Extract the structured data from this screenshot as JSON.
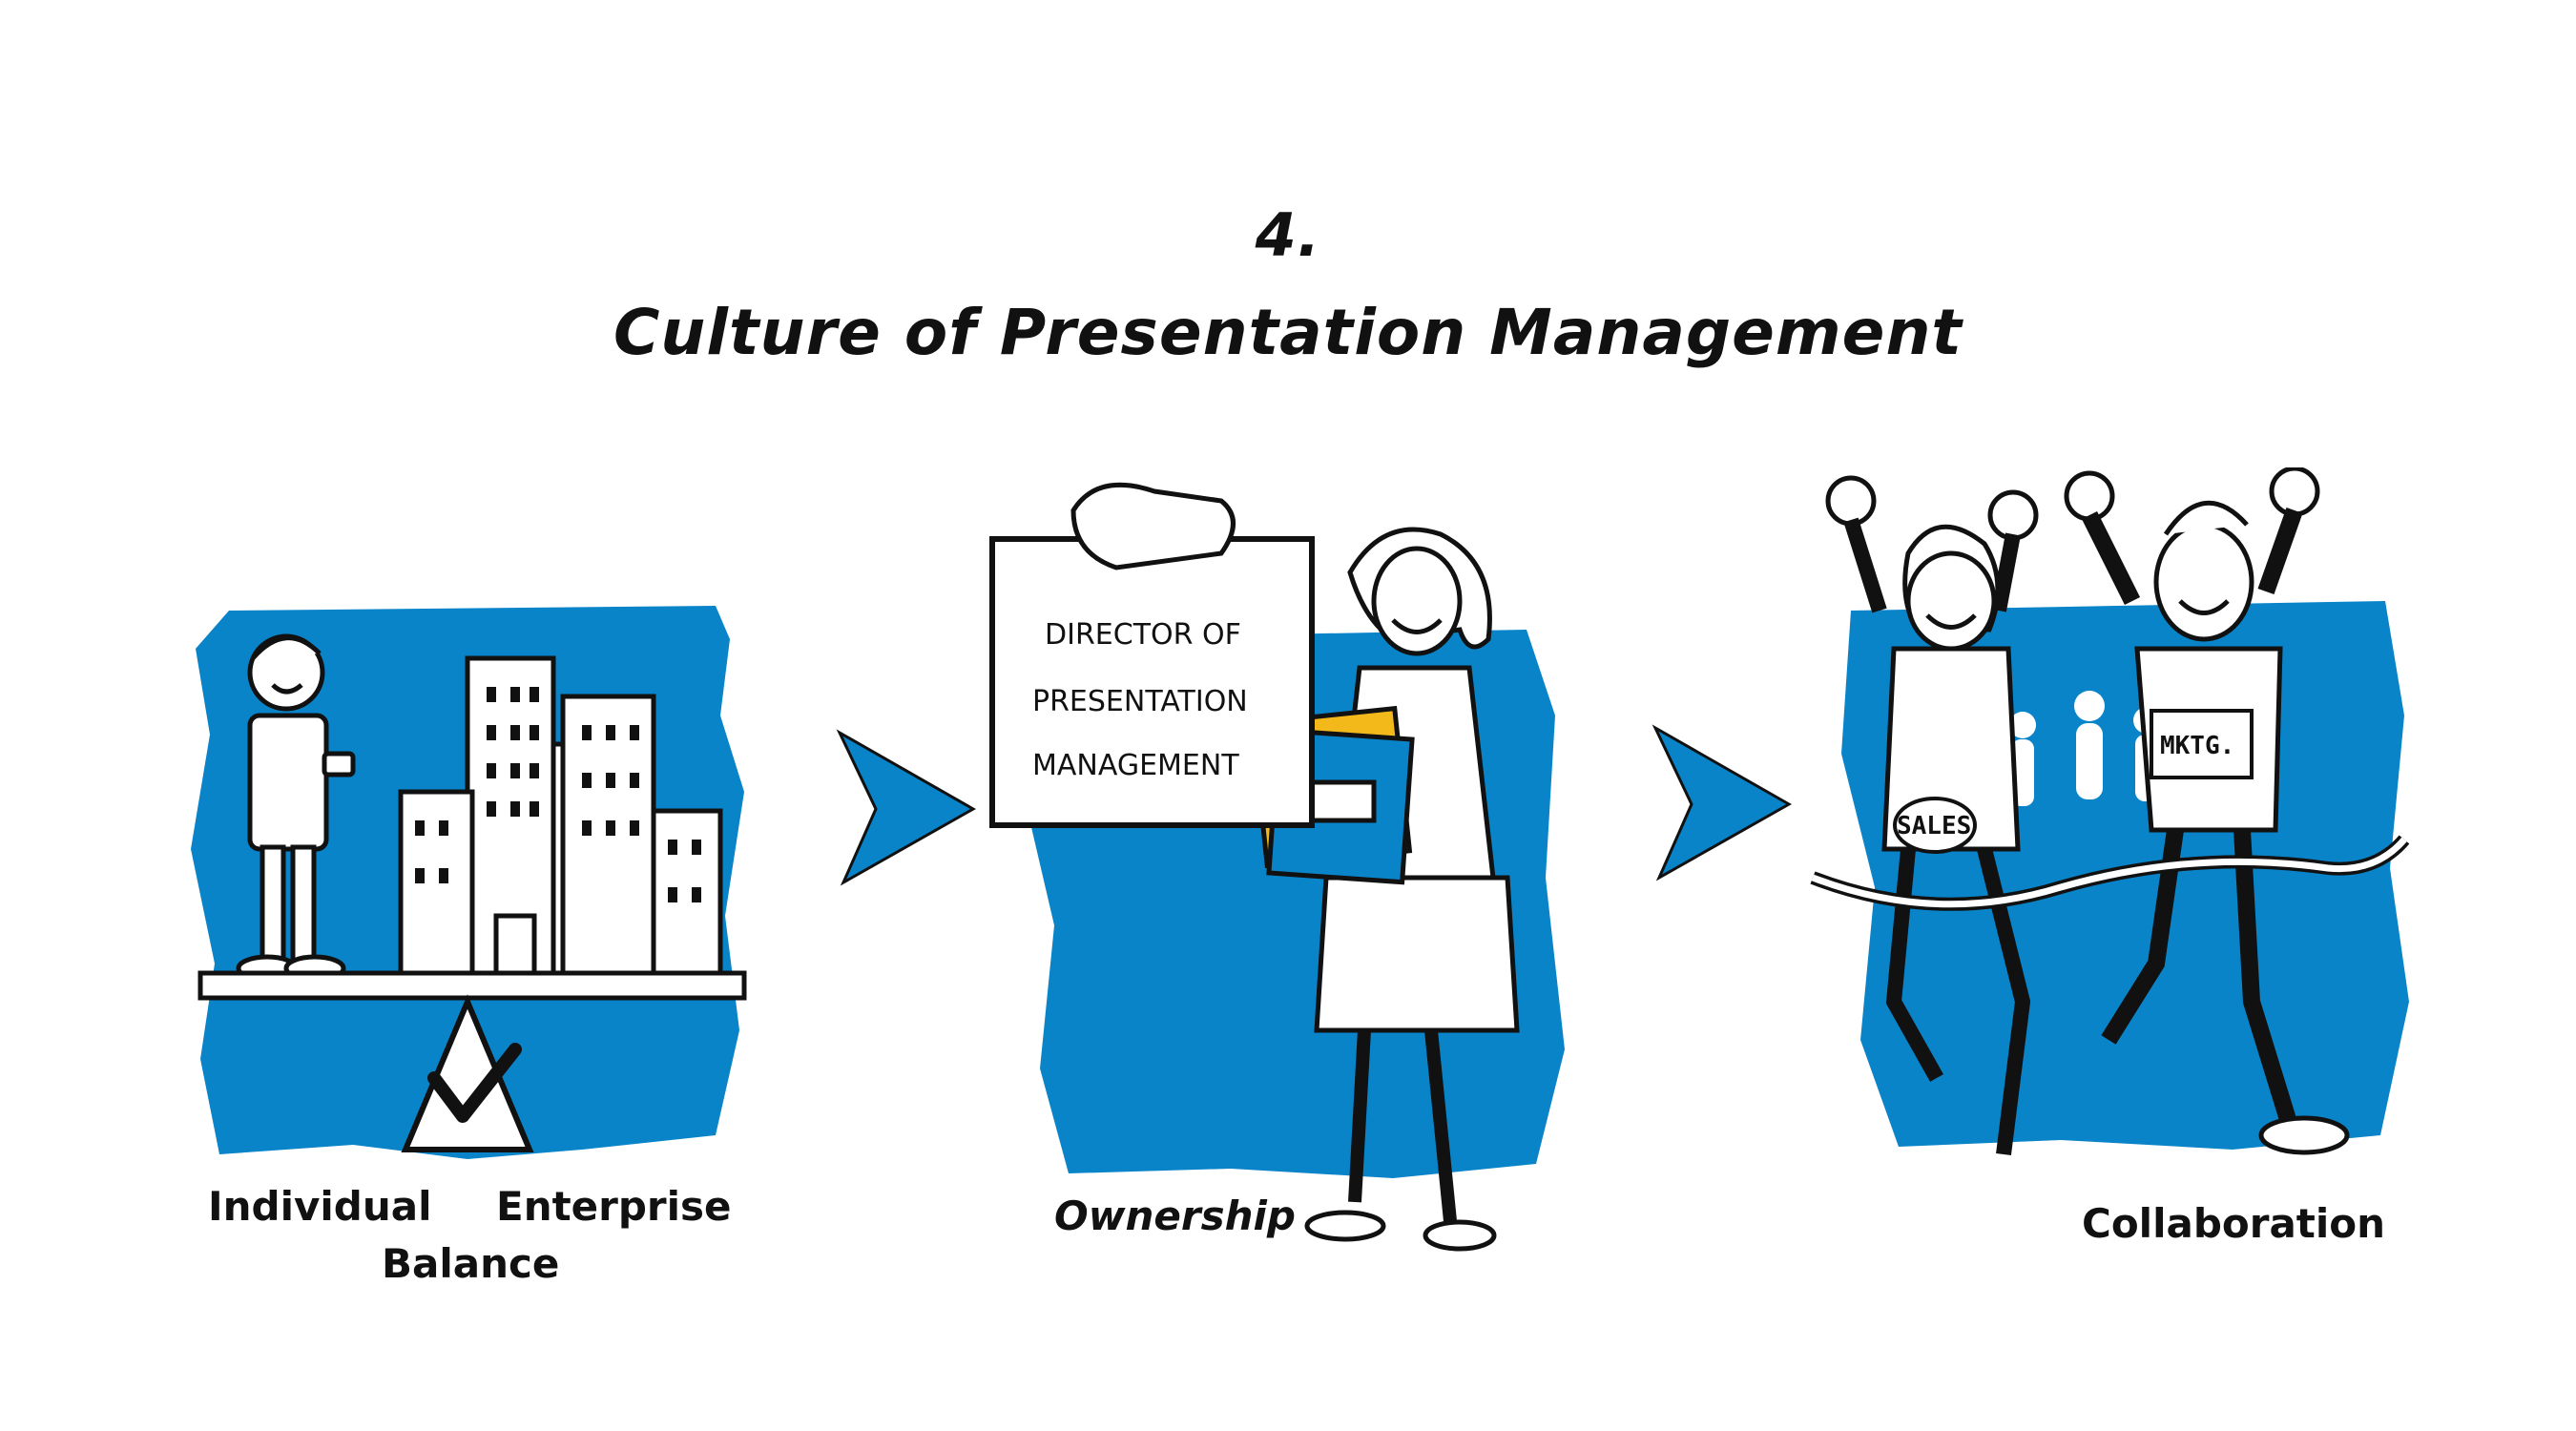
{
  "slide": {
    "number": "4.",
    "title": "Culture of Presentation Management"
  },
  "panels": [
    {
      "id": "balance",
      "labels": {
        "left": "Individual",
        "right": "Enterprise",
        "bottom": "Balance"
      }
    },
    {
      "id": "ownership",
      "sign_lines": [
        "DIRECTOR OF",
        "PRESENTATION",
        "MANAGEMENT"
      ],
      "caption": "Ownership"
    },
    {
      "id": "collaboration",
      "badges": {
        "left": "SALES",
        "right": "MKTG."
      },
      "caption": "Collaboration"
    }
  ],
  "colors": {
    "accent_blue": "#0a84c9",
    "ink": "#111111",
    "paper": "#ffffff"
  },
  "icons": [
    "check-icon",
    "arrow-right-icon"
  ]
}
